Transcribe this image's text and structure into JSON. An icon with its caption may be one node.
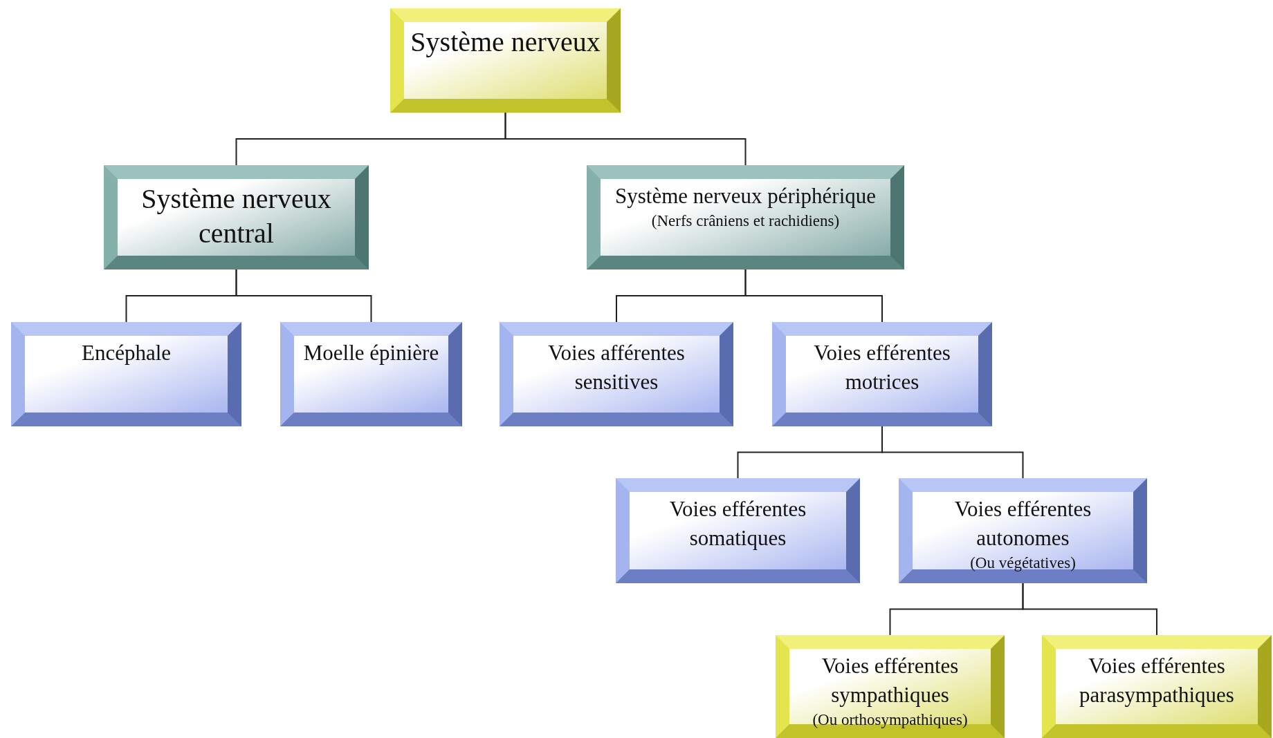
{
  "diagram": {
    "nodes": [
      {
        "text": [
          "Système nerveux"
        ]
      },
      {
        "text": [
          "Système nerveux central"
        ]
      },
      {
        "text": [
          "Système nerveux périphérique",
          "(Nerfs crâniens et rachidiens)"
        ]
      },
      {
        "text": [
          "Encéphale"
        ]
      },
      {
        "text": [
          "Moelle épinière"
        ]
      },
      {
        "text": [
          "Voies afférentes sensitives"
        ]
      },
      {
        "text": [
          "Voies efférentes motrices"
        ]
      },
      {
        "text": [
          "Voies efférentes somatiques"
        ]
      },
      {
        "text": [
          "Voies efférentes autonomes",
          "(Ou végétatives)"
        ]
      },
      {
        "text": [
          "Voies efférentes sympathiques",
          "(Ou orthosympathiques)"
        ]
      },
      {
        "text": [
          "Voies efférentes parasympathiques"
        ]
      }
    ],
    "edges": [
      {
        "from": 0,
        "to": 1,
        "arrow": "none"
      },
      {
        "from": 0,
        "to": 2,
        "arrow": "none"
      },
      {
        "from": 1,
        "to": 3,
        "arrow": "none"
      },
      {
        "from": 1,
        "to": 4,
        "arrow": "none"
      },
      {
        "from": 2,
        "to": 5,
        "arrow": "none"
      },
      {
        "from": 2,
        "to": 6,
        "arrow": "none"
      },
      {
        "from": 6,
        "to": 7,
        "arrow": "none"
      },
      {
        "from": 6,
        "to": 8,
        "arrow": "none"
      },
      {
        "from": 8,
        "to": 9,
        "arrow": "none"
      },
      {
        "from": 8,
        "to": 10,
        "arrow": "none"
      }
    ]
  }
}
